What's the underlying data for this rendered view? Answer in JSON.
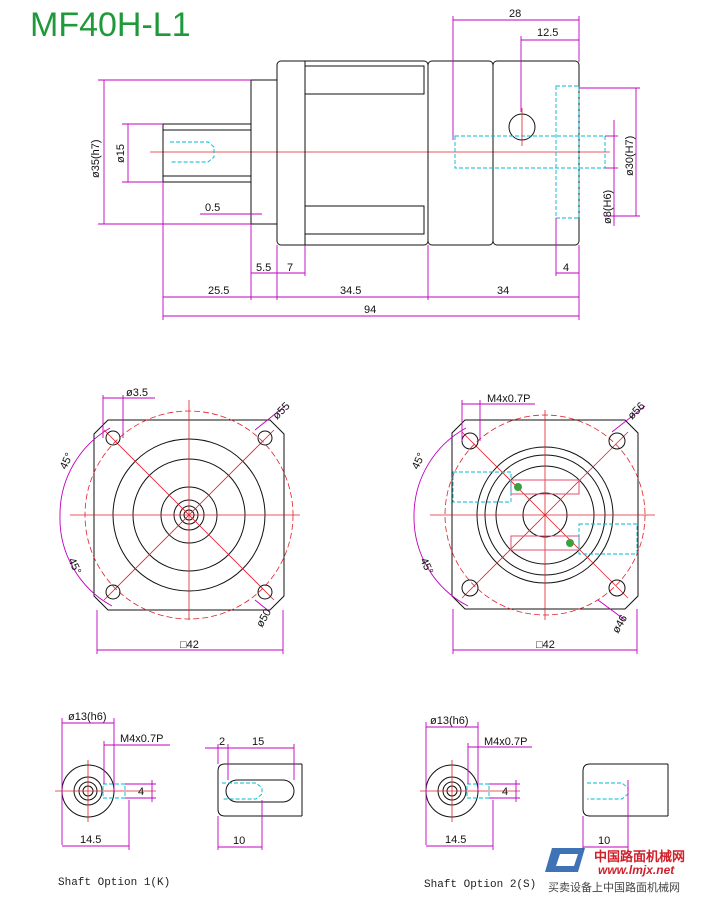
{
  "title": "MF40H-L1",
  "side_view": {
    "dims": {
      "d28": "28",
      "d12_5": "12.5",
      "d35": "ø35(h7)",
      "d15": "ø15",
      "d30": "ø30(H7)",
      "d8": "ø8(H6)",
      "d0_5": "0.5",
      "d5_5": "5.5",
      "d7": "7",
      "d4": "4",
      "d25_5": "25.5",
      "d34_5": "34.5",
      "d34": "34",
      "d94": "94"
    }
  },
  "front_view_left": {
    "d3_5": "ø3.5",
    "d55": "ø55",
    "d50": "ø50",
    "a45a": "45°",
    "a45b": "45°",
    "d42": "□42"
  },
  "front_view_right": {
    "thread": "M4x0.7P",
    "d56": "ø56",
    "d46": "ø46",
    "a45a": "45°",
    "a45b": "45°",
    "d42": "□42"
  },
  "shaft_k": {
    "d13": "ø13(h6)",
    "thread": "M4x0.7P",
    "d4": "4",
    "d14_5": "14.5",
    "d2": "2",
    "d15": "15",
    "d10": "10",
    "caption": "Shaft Option 1(K)"
  },
  "shaft_s": {
    "d13": "ø13(h6)",
    "thread": "M4x0.7P",
    "d4": "4",
    "d14_5": "14.5",
    "d10": "10",
    "caption": "Shaft Option 2(S)"
  },
  "watermark": {
    "line1": "中国路面机械网",
    "line2": "www.lmjx.net",
    "line3": "买卖设备上中国路面机械网"
  },
  "colors": {
    "title": "#1e9a3a",
    "dimension": "#c000c0",
    "centerline": "#e0202a",
    "hidden": "#00b8d0"
  }
}
